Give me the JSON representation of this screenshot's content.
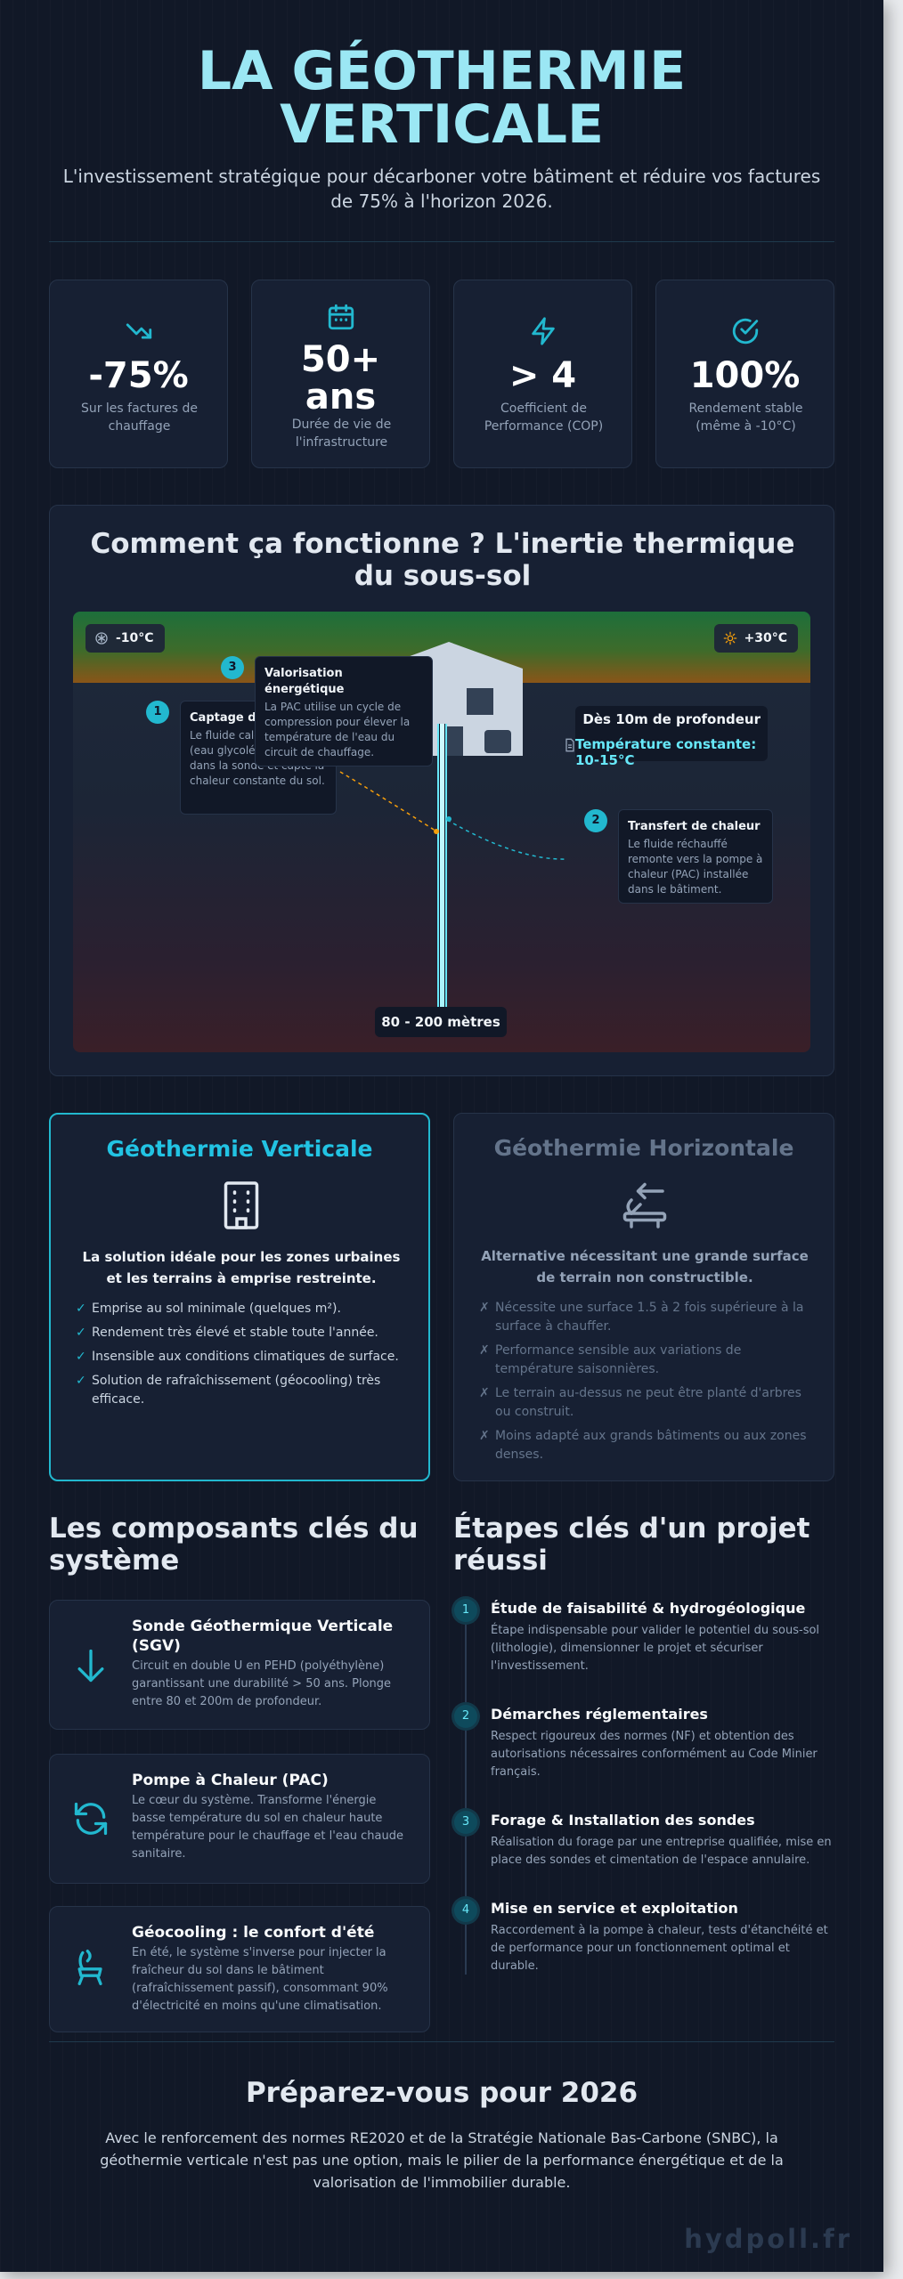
{
  "hero": {
    "title_line1": "LA GÉOTHERMIE",
    "title_line2": "VERTICALE",
    "subtitle": "L'investissement stratégique pour décarboner votre bâtiment et réduire vos factures de 75% à l'horizon 2026."
  },
  "stats": [
    {
      "icon": "trend-down-icon",
      "value": "-75%",
      "label": "Sur les factures de chauffage"
    },
    {
      "icon": "calendar-icon",
      "value_line1": "50+",
      "value_line2": "ans",
      "label": "Durée de vie de l'infrastructure"
    },
    {
      "icon": "lightning-icon",
      "value": "> 4",
      "label": "Coefficient de Performance (COP)"
    },
    {
      "icon": "check-circle-icon",
      "value": "100%",
      "label": "Rendement stable (même à -10°C)"
    }
  ],
  "how": {
    "title": "Comment ça fonctionne ? L'inertie thermique du sous-sol",
    "temp_outside_cold": "-10°C",
    "temp_outside_hot": "+30°C",
    "depth_title": "Dès 10m de profondeur",
    "depth_temp": "Température constante: 10-15°C",
    "depth_range": "80 - 200 mètres",
    "steps": [
      {
        "num": "1",
        "title": "Captage des calories",
        "desc": "Le fluide caloporteur (eau glycolée) descend dans la sonde et capte la chaleur constante du sol."
      },
      {
        "num": "2",
        "title": "Transfert de chaleur",
        "desc": "Le fluide réchauffé remonte vers la pompe à chaleur (PAC) installée dans le bâtiment."
      },
      {
        "num": "3",
        "title": "Valorisation énergétique",
        "desc": "La PAC utilise un cycle de compression pour élever la température de l'eau du circuit de chauffage."
      }
    ]
  },
  "compare": {
    "vertical": {
      "title": "Géothermie Verticale",
      "lead": "La solution idéale pour les zones urbaines et les terrains à emprise restreinte.",
      "items": [
        "Emprise au sol minimale (quelques m²).",
        "Rendement très élevé et stable toute l'année.",
        "Insensible aux conditions climatiques de surface.",
        "Solution de rafraîchissement (géocooling) très efficace."
      ]
    },
    "horizontal": {
      "title": "Géothermie Horizontale",
      "lead": "Alternative nécessitant une grande surface de terrain non constructible.",
      "items": [
        "Nécessite une surface 1.5 à 2 fois supérieure à la surface à chauffer.",
        "Performance sensible aux variations de température saisonnières.",
        "Le terrain au-dessus ne peut être planté d'arbres ou construit.",
        "Moins adapté aux grands bâtiments ou aux zones denses."
      ]
    },
    "check_mark": "✓",
    "cross_mark": "✗"
  },
  "components": {
    "title": "Les composants clés du système",
    "items": [
      {
        "icon": "arrow-down-icon",
        "title": "Sonde Géothermique Verticale (SGV)",
        "desc": "Circuit en double U en PEHD (polyéthylène) garantissant une durabilité > 50 ans. Plonge entre 80 et 200m de profondeur."
      },
      {
        "icon": "refresh-icon",
        "title": "Pompe à Chaleur (PAC)",
        "desc": "Le cœur du système. Transforme l'énergie basse température du sol en chaleur haute température pour le chauffage et l'eau chaude sanitaire."
      },
      {
        "icon": "chair-icon",
        "title": "Géocooling : le confort d'été",
        "desc": "En été, le système s'inverse pour injecter la fraîcheur du sol dans le bâtiment (rafraîchissement passif), consommant 90% d'électricité en moins qu'une climatisation."
      }
    ]
  },
  "steps": {
    "title": "Étapes clés d'un projet réussi",
    "items": [
      {
        "num": "1",
        "title": "Étude de faisabilité & hydrogéologique",
        "desc": "Étape indispensable pour valider le potentiel du sous-sol (lithologie), dimensionner le projet et sécuriser l'investissement."
      },
      {
        "num": "2",
        "title": "Démarches réglementaires",
        "desc": "Respect rigoureux des normes (NF) et obtention des autorisations nécessaires conformément au Code Minier français."
      },
      {
        "num": "3",
        "title": "Forage & Installation des sondes",
        "desc": "Réalisation du forage par une entreprise qualifiée, mise en place des sondes et cimentation de l'espace annulaire."
      },
      {
        "num": "4",
        "title": "Mise en service et exploitation",
        "desc": "Raccordement à la pompe à chaleur, tests d'étanchéité et de performance pour un fonctionnement optimal et durable."
      }
    ]
  },
  "footer": {
    "title": "Préparez-vous pour 2026",
    "desc": "Avec le renforcement des normes RE2020 et de la Stratégie Nationale Bas-Carbone (SNBC), la géothermie verticale n'est pas une option, mais le pilier de la performance énergétique et de la valorisation de l'immobilier durable.",
    "brand": "hydpoll.fr"
  },
  "colors": {
    "accent": "#22b8cf",
    "background": "#111827",
    "card": "#172033"
  }
}
